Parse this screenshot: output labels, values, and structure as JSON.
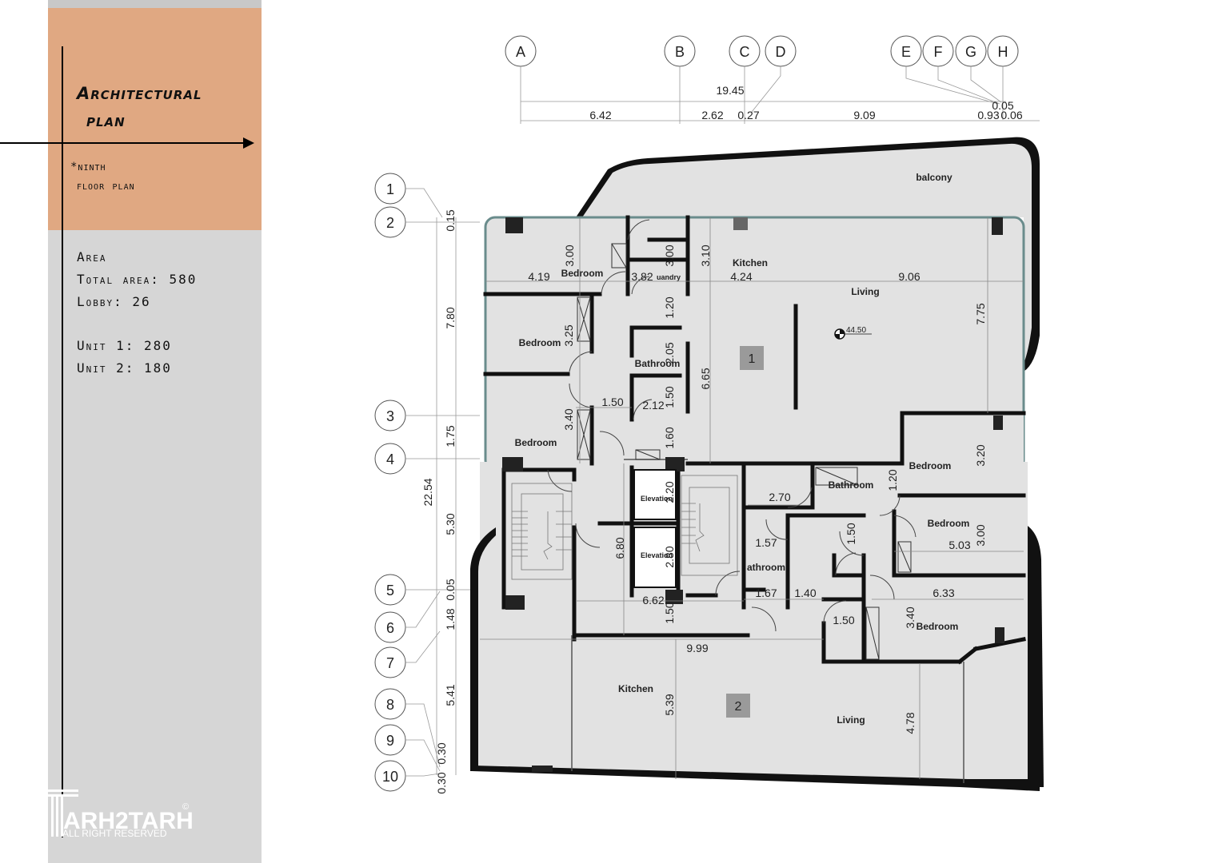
{
  "panel": {
    "title_line1": "Architectural",
    "title_line2": "plan",
    "subtitle_line1": "*ninth",
    "subtitle_line2": "floor plan",
    "area_heading": "Area",
    "total_area": "Total area: 580",
    "lobby": "Lobby: 26",
    "unit1": "Unit 1: 280",
    "unit2": "Unit 2: 180"
  },
  "logo": {
    "text": "ARH2TARH",
    "tagline": "ALL RIGHT RESERVED",
    "mark": "©"
  },
  "grid": {
    "columns": [
      "A",
      "B",
      "C",
      "D",
      "E",
      "F",
      "G",
      "H"
    ],
    "rows": [
      "1",
      "2",
      "3",
      "4",
      "5",
      "6",
      "7",
      "8",
      "9",
      "10"
    ]
  },
  "dimensions": {
    "top_total": "19.45",
    "top_segments": [
      "6.42",
      "2.62",
      "0.27",
      "9.09",
      "0.93",
      "0.06"
    ],
    "top_small": "0.05",
    "left_total": "22.54",
    "left_segments": [
      "0.15",
      "7.80",
      "1.75",
      "5.30",
      "0.05",
      "1.48",
      "5.41",
      "0.30",
      "0.30"
    ]
  },
  "units": {
    "unit1_badge": "1",
    "unit2_badge": "2"
  },
  "rooms": {
    "balcony": "balcony",
    "bedroom": "Bedroom",
    "kitchen": "Kitchen",
    "living": "Living",
    "bathroom": "Bathroom",
    "laundry": "Laundry",
    "laundry_shown": "uandry",
    "elevation": "Elevation",
    "bathroom_cut": "athroom"
  },
  "level_mark": "44.50",
  "inner_dims": {
    "d419": "4.19",
    "d300a": "3.00",
    "d382": "3.82",
    "d300b": "3.00",
    "d310": "3.10",
    "d424": "4.24",
    "d906": "9.06",
    "d120a": "1.20",
    "d775": "7.75",
    "d325": "3.25",
    "d205": "2.05",
    "d665": "6.65",
    "d150a": "1.50",
    "d150b": "1.50",
    "d212": "2.12",
    "d340a": "3.40",
    "d160": "1.60",
    "d320": "3.20",
    "d220": "2.20",
    "d270": "2.70",
    "d120b": "1.20",
    "d150c": "1.50",
    "d503": "5.03",
    "d300c": "3.00",
    "d680": "6.80",
    "d280": "2.80",
    "d157": "1.57",
    "d167": "1.67",
    "d140": "1.40",
    "d633": "6.33",
    "d662": "6.62",
    "d150d": "1.50",
    "d150e": "1.50",
    "d340b": "3.40",
    "d999": "9.99",
    "d539": "5.39",
    "d478": "4.78"
  }
}
